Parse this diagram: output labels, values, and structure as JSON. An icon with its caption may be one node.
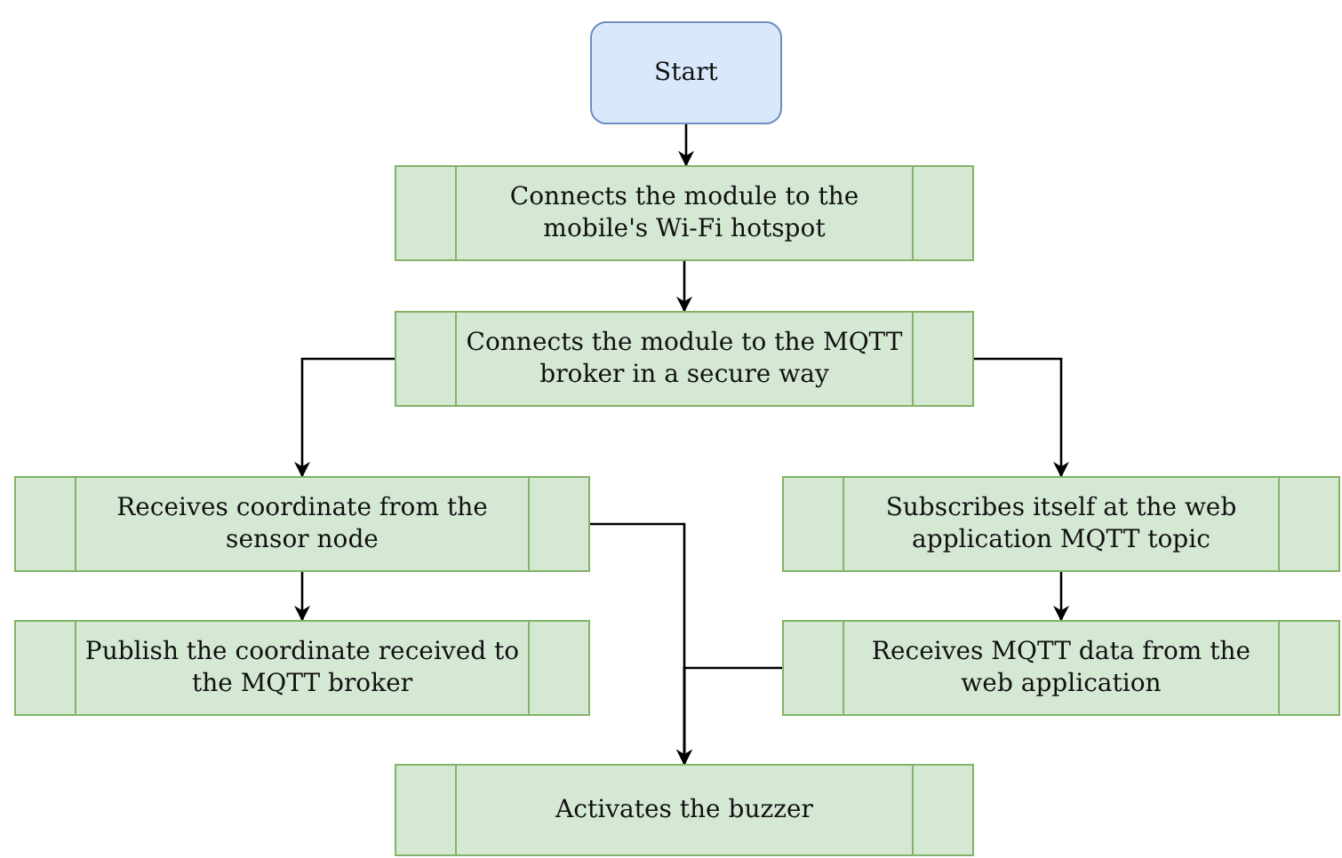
{
  "diagram": {
    "nodes": [
      {
        "text": [
          "Start"
        ]
      },
      {
        "text": [
          "Connects the module to the mobile's Wi-Fi hotspot"
        ]
      },
      {
        "text": [
          "Connects the module to the MQTT broker in a secure way"
        ]
      },
      {
        "text": [
          "Receives coordinate from the sensor node"
        ]
      },
      {
        "text": [
          "Publish the coordinate received to the MQTT broker"
        ]
      },
      {
        "text": [
          "Subscribes itself at the web application MQTT topic"
        ]
      },
      {
        "text": [
          "Receives MQTT data from the web application"
        ]
      },
      {
        "text": [
          "Activates the buzzer"
        ]
      }
    ],
    "edges": [
      {
        "from": 0,
        "to": 1,
        "arrow": "to"
      },
      {
        "from": 1,
        "to": 2,
        "arrow": "to"
      },
      {
        "from": 2,
        "to": 3,
        "arrow": "to"
      },
      {
        "from": 2,
        "to": 5,
        "arrow": "to"
      },
      {
        "from": 3,
        "to": 4,
        "arrow": "to"
      },
      {
        "from": 5,
        "to": 6,
        "arrow": "to"
      },
      {
        "from": 3,
        "to": 7,
        "arrow": "to"
      },
      {
        "from": 6,
        "to": 7,
        "arrow": "to"
      }
    ]
  }
}
